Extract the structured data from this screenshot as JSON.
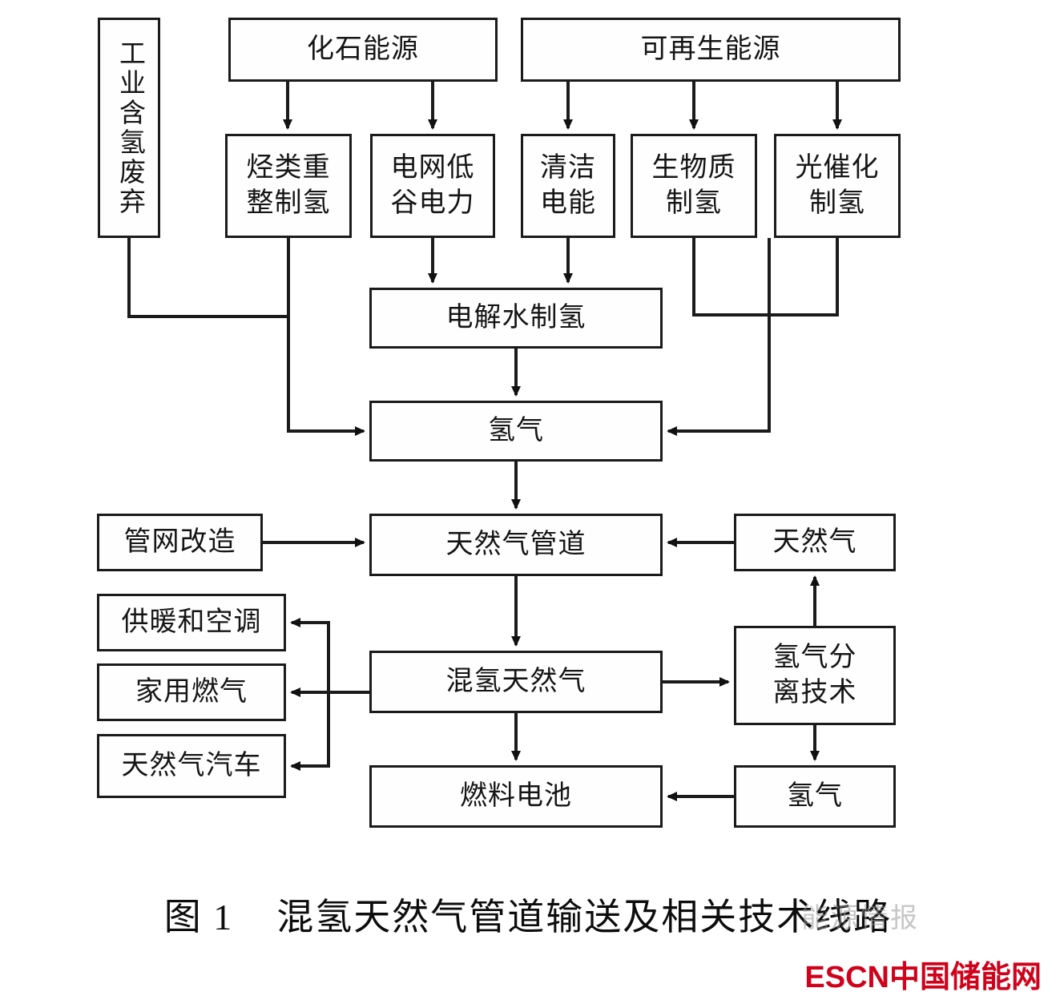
{
  "figure": {
    "caption": "图 1    混氢天然气管道输送及相关技术线路",
    "watermark": "能源情报",
    "logo_text": "ESCN中国储能网",
    "logo_color": "#d0021b",
    "line_color": "#1b1b1b",
    "box_fill": "#fefefe"
  },
  "nodes": {
    "industrial_waste": "工业含氢废弃",
    "fossil_energy": "化石能源",
    "renewable_energy": "可再生能源",
    "hydrocarbon_reforming": "烃类重\n整制氢",
    "grid_low_valley_power": "电网低\n谷电力",
    "clean_electricity": "清洁\n电能",
    "biomass_hydrogen": "生物质\n制氢",
    "photocatalytic_hydrogen": "光催化\n制氢",
    "water_electrolysis": "电解水制氢",
    "hydrogen_main": "氢气",
    "pipeline_renovation": "管网改造",
    "natural_gas_pipeline": "天然气管道",
    "natural_gas": "天然气",
    "heating_and_ac": "供暖和空调",
    "household_gas": "家用燃气",
    "natural_gas_vehicle": "天然气汽车",
    "hydrogen_blended_ng": "混氢天然气",
    "hydrogen_separation_tech": "氢气分\n离技术",
    "fuel_cell": "燃料电池",
    "hydrogen_right": "氢气"
  },
  "edges": [
    {
      "from": "fossil_energy",
      "to": "hydrocarbon_reforming"
    },
    {
      "from": "fossil_energy",
      "to": "grid_low_valley_power"
    },
    {
      "from": "renewable_energy",
      "to": "clean_electricity"
    },
    {
      "from": "renewable_energy",
      "to": "biomass_hydrogen"
    },
    {
      "from": "renewable_energy",
      "to": "photocatalytic_hydrogen"
    },
    {
      "from": "grid_low_valley_power",
      "to": "water_electrolysis"
    },
    {
      "from": "clean_electricity",
      "to": "water_electrolysis"
    },
    {
      "from": "water_electrolysis",
      "to": "hydrogen_main"
    },
    {
      "from": "industrial_waste",
      "to": "hydrogen_main"
    },
    {
      "from": "hydrocarbon_reforming",
      "to": "hydrogen_main"
    },
    {
      "from": "biomass_hydrogen",
      "to": "hydrogen_main"
    },
    {
      "from": "photocatalytic_hydrogen",
      "to": "hydrogen_main"
    },
    {
      "from": "hydrogen_main",
      "to": "natural_gas_pipeline"
    },
    {
      "from": "pipeline_renovation",
      "to": "natural_gas_pipeline"
    },
    {
      "from": "natural_gas",
      "to": "natural_gas_pipeline"
    },
    {
      "from": "natural_gas_pipeline",
      "to": "hydrogen_blended_ng"
    },
    {
      "from": "hydrogen_blended_ng",
      "to": "heating_and_ac"
    },
    {
      "from": "hydrogen_blended_ng",
      "to": "household_gas"
    },
    {
      "from": "hydrogen_blended_ng",
      "to": "natural_gas_vehicle"
    },
    {
      "from": "hydrogen_blended_ng",
      "to": "hydrogen_separation_tech"
    },
    {
      "from": "hydrogen_blended_ng",
      "to": "fuel_cell"
    },
    {
      "from": "hydrogen_separation_tech",
      "to": "natural_gas"
    },
    {
      "from": "hydrogen_separation_tech",
      "to": "hydrogen_right"
    },
    {
      "from": "hydrogen_right",
      "to": "fuel_cell"
    }
  ]
}
